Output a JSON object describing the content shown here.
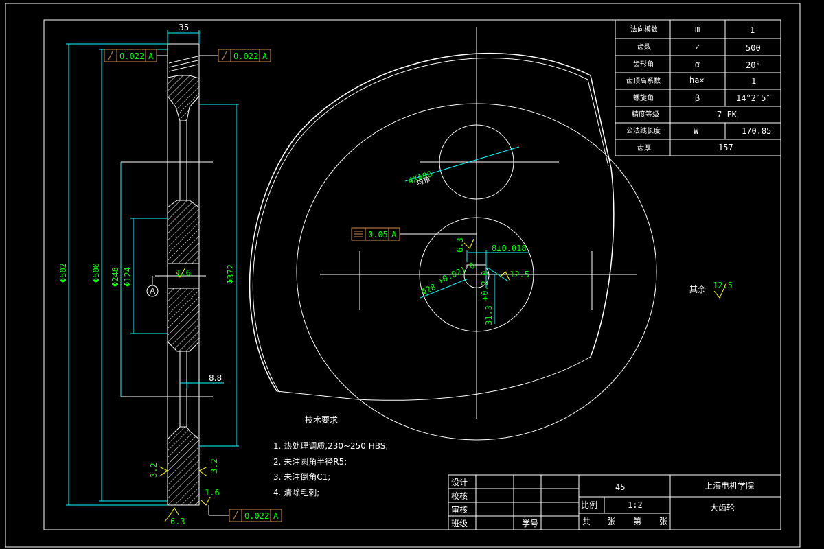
{
  "drawing": {
    "title": "大齿轮",
    "institution": "上海电机学院",
    "material": "45",
    "scale_label": "比例",
    "scale": "1:2",
    "title_rows": [
      "设计",
      "校核",
      "审核",
      "班级"
    ],
    "student_no_label": "学号",
    "sheet_text": [
      "共",
      "张",
      "第",
      "张"
    ]
  },
  "params": {
    "rows": [
      {
        "name": "法向模数",
        "symbol": "m",
        "value": "1"
      },
      {
        "name": "齿数",
        "symbol": "z",
        "value": "500"
      },
      {
        "name": "齿形角",
        "symbol": "α",
        "value": "20°"
      },
      {
        "name": "齿顶高系数",
        "symbol": "ha×",
        "value": "1"
      },
      {
        "name": "螺旋角",
        "symbol": "β",
        "value": "14°2′5″"
      },
      {
        "name": "精度等级",
        "symbol": "",
        "value": "7-FK"
      },
      {
        "name": "公法线长度",
        "symbol": "W",
        "value": "170.85"
      },
      {
        "name": "齿厚",
        "symbol": "",
        "value": "157"
      }
    ]
  },
  "dims": {
    "width": "35",
    "d502": "Φ502",
    "d500": "Φ500",
    "d248": "Φ248",
    "d124": "Φ124",
    "d372": "Φ372",
    "web": "8.8",
    "holes": "4XΦ80",
    "holes_sub": "均布",
    "bore": "Φ28",
    "bore_tol": "+0.021 0",
    "keyway": "8±0.018",
    "keydepth": "31.3",
    "keydepth_tol": "+0.2 0"
  },
  "tolerances": {
    "runout": "0.022",
    "datum": "A",
    "sym": "0.05"
  },
  "roughness": {
    "r16": "1.6",
    "r32": "3.2",
    "r63": "6.3",
    "r125": "12.5",
    "rest_label": "其余",
    "rest_value": "12.5"
  },
  "notes": {
    "heading": "技术要求",
    "items": [
      "1. 热处理调质,230~250 HBS;",
      "2. 未注圆角半径R5;",
      "3. 未注倒角C1;",
      "4. 清除毛刺;"
    ]
  }
}
